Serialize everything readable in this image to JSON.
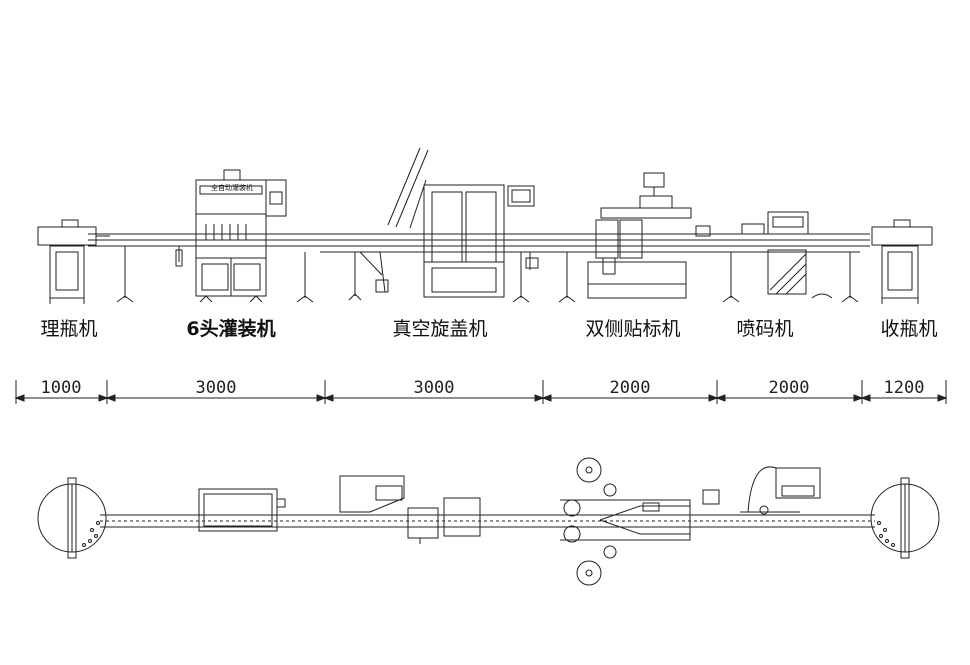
{
  "machines": [
    {
      "label": "理瓶机",
      "bold": false
    },
    {
      "label": "6头灌装机",
      "bold": true
    },
    {
      "label": "真空旋盖机",
      "bold": false
    },
    {
      "label": "双侧贴标机",
      "bold": false
    },
    {
      "label": "喷码机",
      "bold": false
    },
    {
      "label": "收瓶机",
      "bold": false
    }
  ],
  "dimensions": [
    "1000",
    "3000",
    "3000",
    "2000",
    "2000",
    "1200"
  ],
  "filler_panel_text": "全自动灌装机",
  "colors": {
    "line": "#222222",
    "background": "#ffffff"
  }
}
